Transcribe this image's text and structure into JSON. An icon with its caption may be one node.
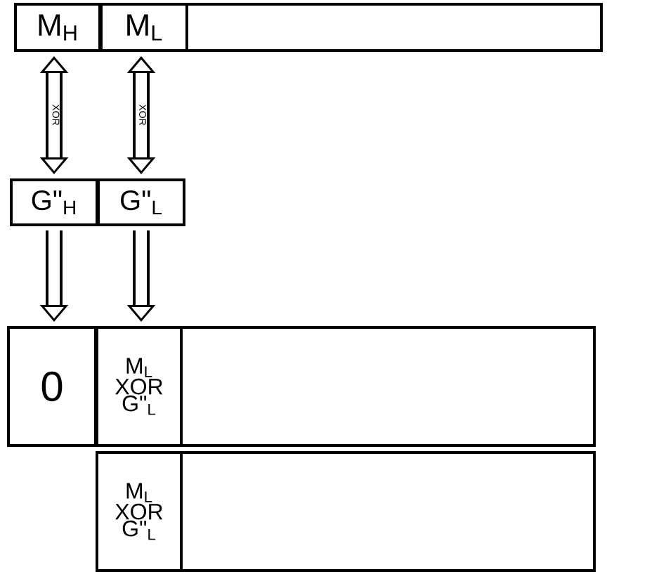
{
  "diagram": {
    "nodes": [
      {
        "text": [
          "M$_{H}$"
        ]
      },
      {
        "text": [
          "M$_{L}$"
        ]
      },
      {
        "text": [],
        "shape": "box"
      },
      {
        "text": [
          "G\"$_{H}$"
        ]
      },
      {
        "text": [
          "G\"$_{L}$"
        ]
      },
      {
        "text": [
          "0"
        ]
      },
      {
        "text": [
          "M$_{L}$ XOR G\"$_{L}$"
        ]
      },
      {
        "text": [],
        "shape": "box"
      },
      {
        "text": [
          "M$_{L}$ XOR G\"$_{L}$"
        ]
      },
      {
        "text": [],
        "shape": "box"
      }
    ],
    "edges": [
      {
        "from": 3,
        "to": 0,
        "arrow": "both",
        "label": "XOR"
      },
      {
        "from": 4,
        "to": 1,
        "arrow": "both",
        "label": "XOR"
      },
      {
        "from": 3,
        "to": 5,
        "arrow": "to"
      },
      {
        "from": 4,
        "to": 6,
        "arrow": "to"
      }
    ]
  }
}
